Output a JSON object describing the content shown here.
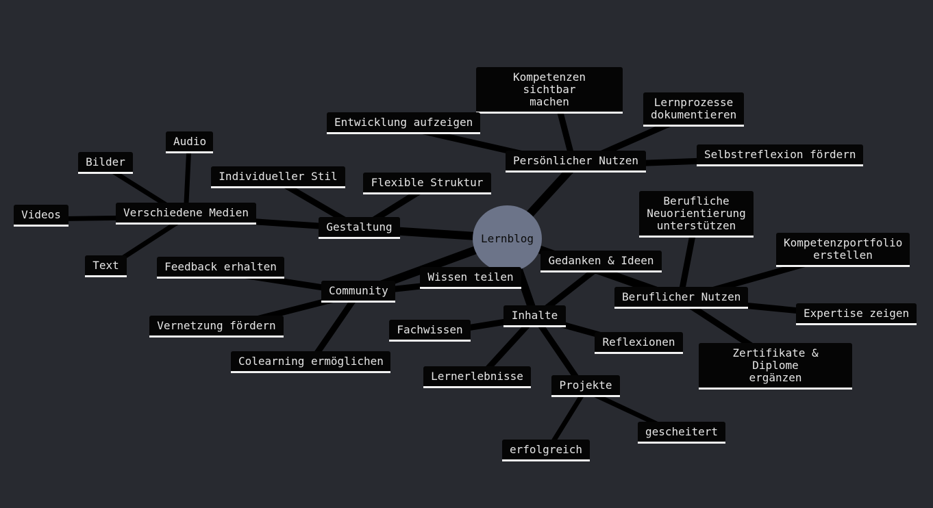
{
  "root": {
    "label": "Lernblog"
  },
  "branches": {
    "persoenlicher_nutzen": {
      "label": "Persönlicher Nutzen",
      "children": {
        "kompetenzen_sichtbar": "Kompetenzen sichtbar\nmachen",
        "entwicklung": "Entwicklung aufzeigen",
        "lernprozesse": "Lernprozesse\ndokumentieren",
        "selbstreflexion": "Selbstreflexion fördern"
      }
    },
    "gestaltung": {
      "label": "Gestaltung",
      "children": {
        "individueller_stil": "Individueller Stil",
        "flexible_struktur": "Flexible Struktur",
        "verschiedene_medien": {
          "label": "Verschiedene Medien",
          "children": {
            "audio": "Audio",
            "bilder": "Bilder",
            "videos": "Videos",
            "text": "Text"
          }
        }
      }
    },
    "community": {
      "label": "Community",
      "children": {
        "feedback": "Feedback erhalten",
        "vernetzung": "Vernetzung fördern",
        "colearning": "Colearning ermöglichen",
        "wissen_teilen": "Wissen teilen"
      }
    },
    "inhalte": {
      "label": "Inhalte",
      "children": {
        "gedanken": "Gedanken & Ideen",
        "fachwissen": "Fachwissen",
        "reflexionen": "Reflexionen",
        "lernerlebnisse": "Lernerlebnisse",
        "projekte": {
          "label": "Projekte",
          "children": {
            "gescheitert": "gescheitert",
            "erfolgreich": "erfolgreich"
          }
        }
      }
    },
    "beruflicher_nutzen": {
      "label": "Beruflicher Nutzen",
      "children": {
        "neuorientierung": "Berufliche\nNeuorientierung\nunterstützen",
        "portfolio": "Kompetenzportfolio\nerstellen",
        "expertise": "Expertise zeigen",
        "zertifikate": "Zertifikate & Diplome\nergänzen"
      }
    }
  },
  "colors": {
    "background": "#282a30",
    "node_fill": "#050505",
    "node_text": "#e6e6e6",
    "node_underline": "#f2f2f2",
    "root_fill": "#6c7489",
    "link": "#000000"
  }
}
